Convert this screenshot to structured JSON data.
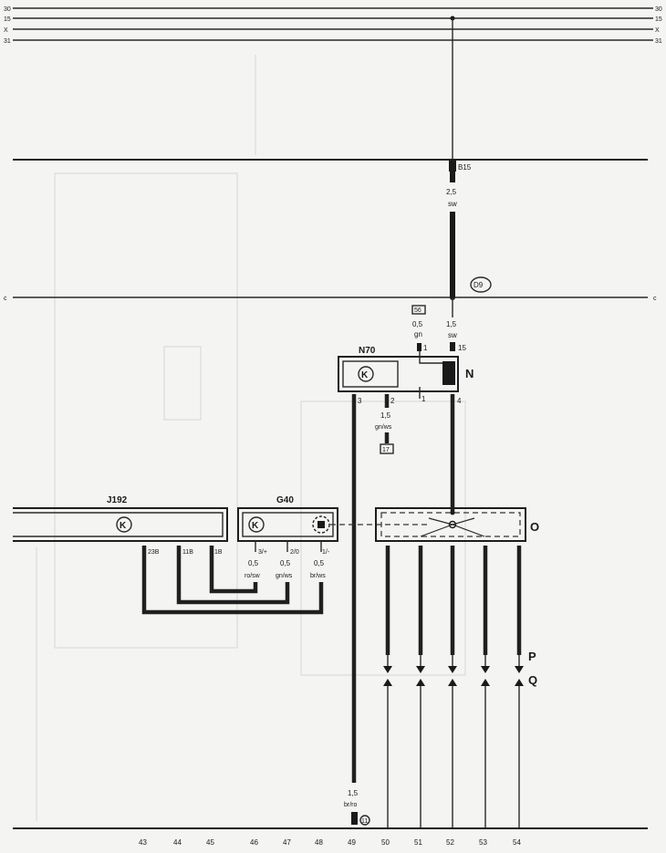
{
  "rails": {
    "top": [
      {
        "left": "30",
        "right": "30"
      },
      {
        "left": "15",
        "right": "15"
      },
      {
        "left": "X",
        "right": "X"
      },
      {
        "left": "31",
        "right": "31"
      }
    ],
    "mid_left": "c",
    "mid_right": "c"
  },
  "wires": {
    "b15": {
      "label": "B15",
      "size": "2,5",
      "color": "sw"
    },
    "d9": "D9",
    "n70_15": {
      "size": "1,5",
      "color": "sw",
      "pin": "15"
    },
    "n70_1": {
      "box": "56",
      "size": "0,5",
      "color": "gn",
      "pin": "1"
    },
    "n70_2": {
      "pin": "2",
      "size": "1,5",
      "color": "gn/ws",
      "box": "17"
    },
    "n70_3": {
      "pin": "3"
    },
    "n70_4": {
      "pin": "4"
    },
    "n70_mid": "1",
    "b49": {
      "size": "1,5",
      "color": "br/ro",
      "circle": "11"
    }
  },
  "components": {
    "n70": {
      "name": "N70",
      "letter": "N"
    },
    "j192": {
      "name": "J192",
      "pins": [
        "23B",
        "11B",
        "1B"
      ]
    },
    "g40": {
      "name": "G40",
      "pins": [
        "3/+",
        "2/0",
        "1/-"
      ],
      "sizes": [
        "0,5",
        "0,5",
        "0,5"
      ],
      "colors": [
        "ro/sw",
        "gn/ws",
        "br/ws"
      ]
    },
    "o": {
      "letter": "O"
    },
    "p": "P",
    "q": "Q",
    "k_symbol": "K"
  },
  "bottom_numbers": [
    "43",
    "44",
    "45",
    "46",
    "47",
    "48",
    "49",
    "50",
    "51",
    "52",
    "53",
    "54"
  ]
}
